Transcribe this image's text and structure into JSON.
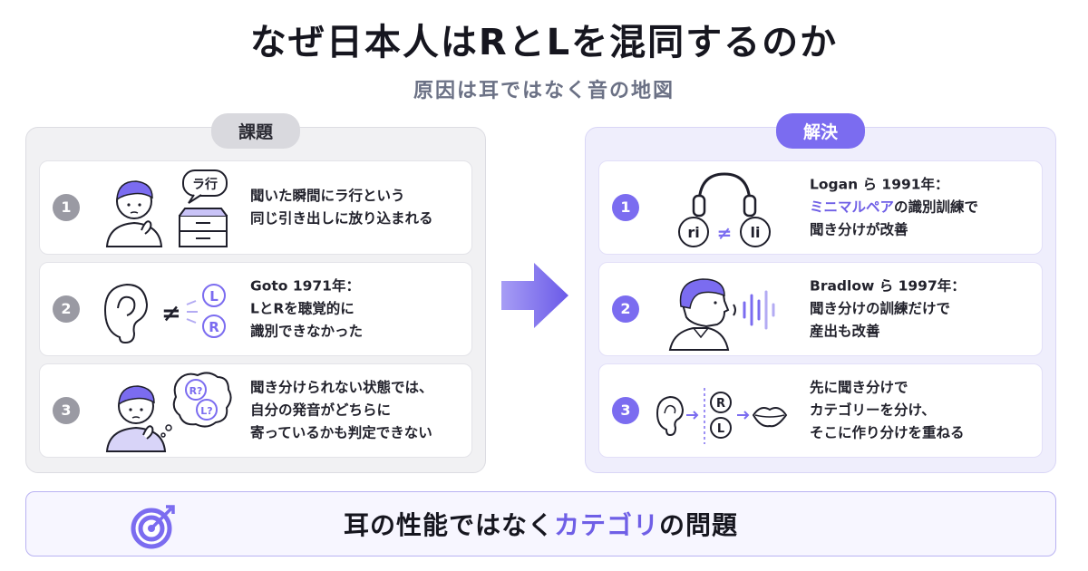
{
  "header": {
    "title": "なぜ日本人はRとLを混同するのか",
    "subtitle": "原因は耳ではなく音の地図"
  },
  "left_panel": {
    "label": "課題",
    "cards": [
      {
        "number": "1",
        "bubble": "ラ行",
        "lines": [
          "聞いた瞬間にラ行という",
          "同じ引き出しに放り込まれる"
        ]
      },
      {
        "number": "2",
        "badge_top": "L",
        "badge_bottom": "R",
        "neq": "≠",
        "lines": [
          "Goto 1971年：",
          "LとRを聴覚的に",
          "識別できなかった"
        ]
      },
      {
        "number": "3",
        "bubble_top": "R?",
        "bubble_bottom": "L?",
        "lines": [
          "聞き分けられない状態では、",
          "自分の発音がどちらに",
          "寄っているかも判定できない"
        ]
      }
    ]
  },
  "right_panel": {
    "label": "解決",
    "cards": [
      {
        "number": "1",
        "bubble_left": "ri",
        "bubble_right": "li",
        "neq": "≠",
        "line1": "Logan ら 1991年：",
        "line2_accent": "ミニマルペア",
        "line2_rest": "の識別訓練で",
        "line3": "聞き分けが改善"
      },
      {
        "number": "2",
        "lines": [
          "Bradlow ら 1997年：",
          "聞き分けの訓練だけで",
          "産出も改善"
        ]
      },
      {
        "number": "3",
        "badge_top": "R",
        "badge_bottom": "L",
        "lines": [
          "先に聞き分けで",
          "カテゴリーを分け、",
          "そこに作り分けを重ねる"
        ]
      }
    ]
  },
  "footer": {
    "text_prefix": "耳の性能ではなく",
    "text_highlight": "カテゴリ",
    "text_suffix": "の問題"
  },
  "colors": {
    "accent": "#7b6cf0",
    "gray": "#9a9aa3",
    "dark": "#16161f"
  },
  "icons": [
    "person-thinking-icon",
    "drawer-icon",
    "ear-icon",
    "headphones-icon",
    "person-speaking-icon",
    "mouth-icon",
    "target-icon",
    "arrow-right-icon"
  ]
}
